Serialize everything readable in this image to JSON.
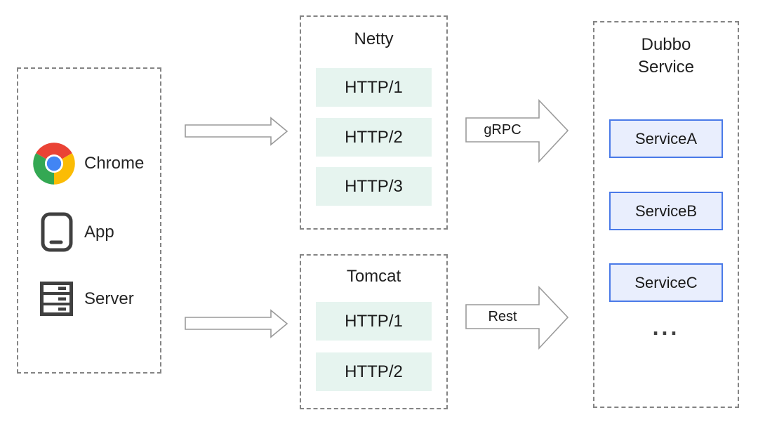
{
  "diagram": {
    "clients": {
      "items": [
        {
          "label": "Chrome",
          "icon": "chrome-icon"
        },
        {
          "label": "App",
          "icon": "app-icon"
        },
        {
          "label": "Server",
          "icon": "server-icon"
        }
      ]
    },
    "netty": {
      "title": "Netty",
      "protocols": [
        "HTTP/1",
        "HTTP/2",
        "HTTP/3"
      ]
    },
    "tomcat": {
      "title": "Tomcat",
      "protocols": [
        "HTTP/1",
        "HTTP/2"
      ]
    },
    "dubbo": {
      "title": "Dubbo\nService",
      "services": [
        "ServiceA",
        "ServiceB",
        "ServiceC"
      ],
      "ellipsis": "..."
    },
    "arrows": {
      "grpc_label": "gRPC",
      "rest_label": "Rest"
    },
    "colors": {
      "protocol_fill": "#e6f4ef",
      "service_fill": "#e9eefd",
      "service_border": "#4a7ae8",
      "dashed_border": "#848484",
      "arrow_stroke": "#9a9a9a",
      "text": "#1f1f1f",
      "chrome_red": "#EA4335",
      "chrome_yellow": "#FBBC05",
      "chrome_green": "#34A853",
      "chrome_blue": "#4285F4",
      "icon_gray": "#404040"
    }
  }
}
